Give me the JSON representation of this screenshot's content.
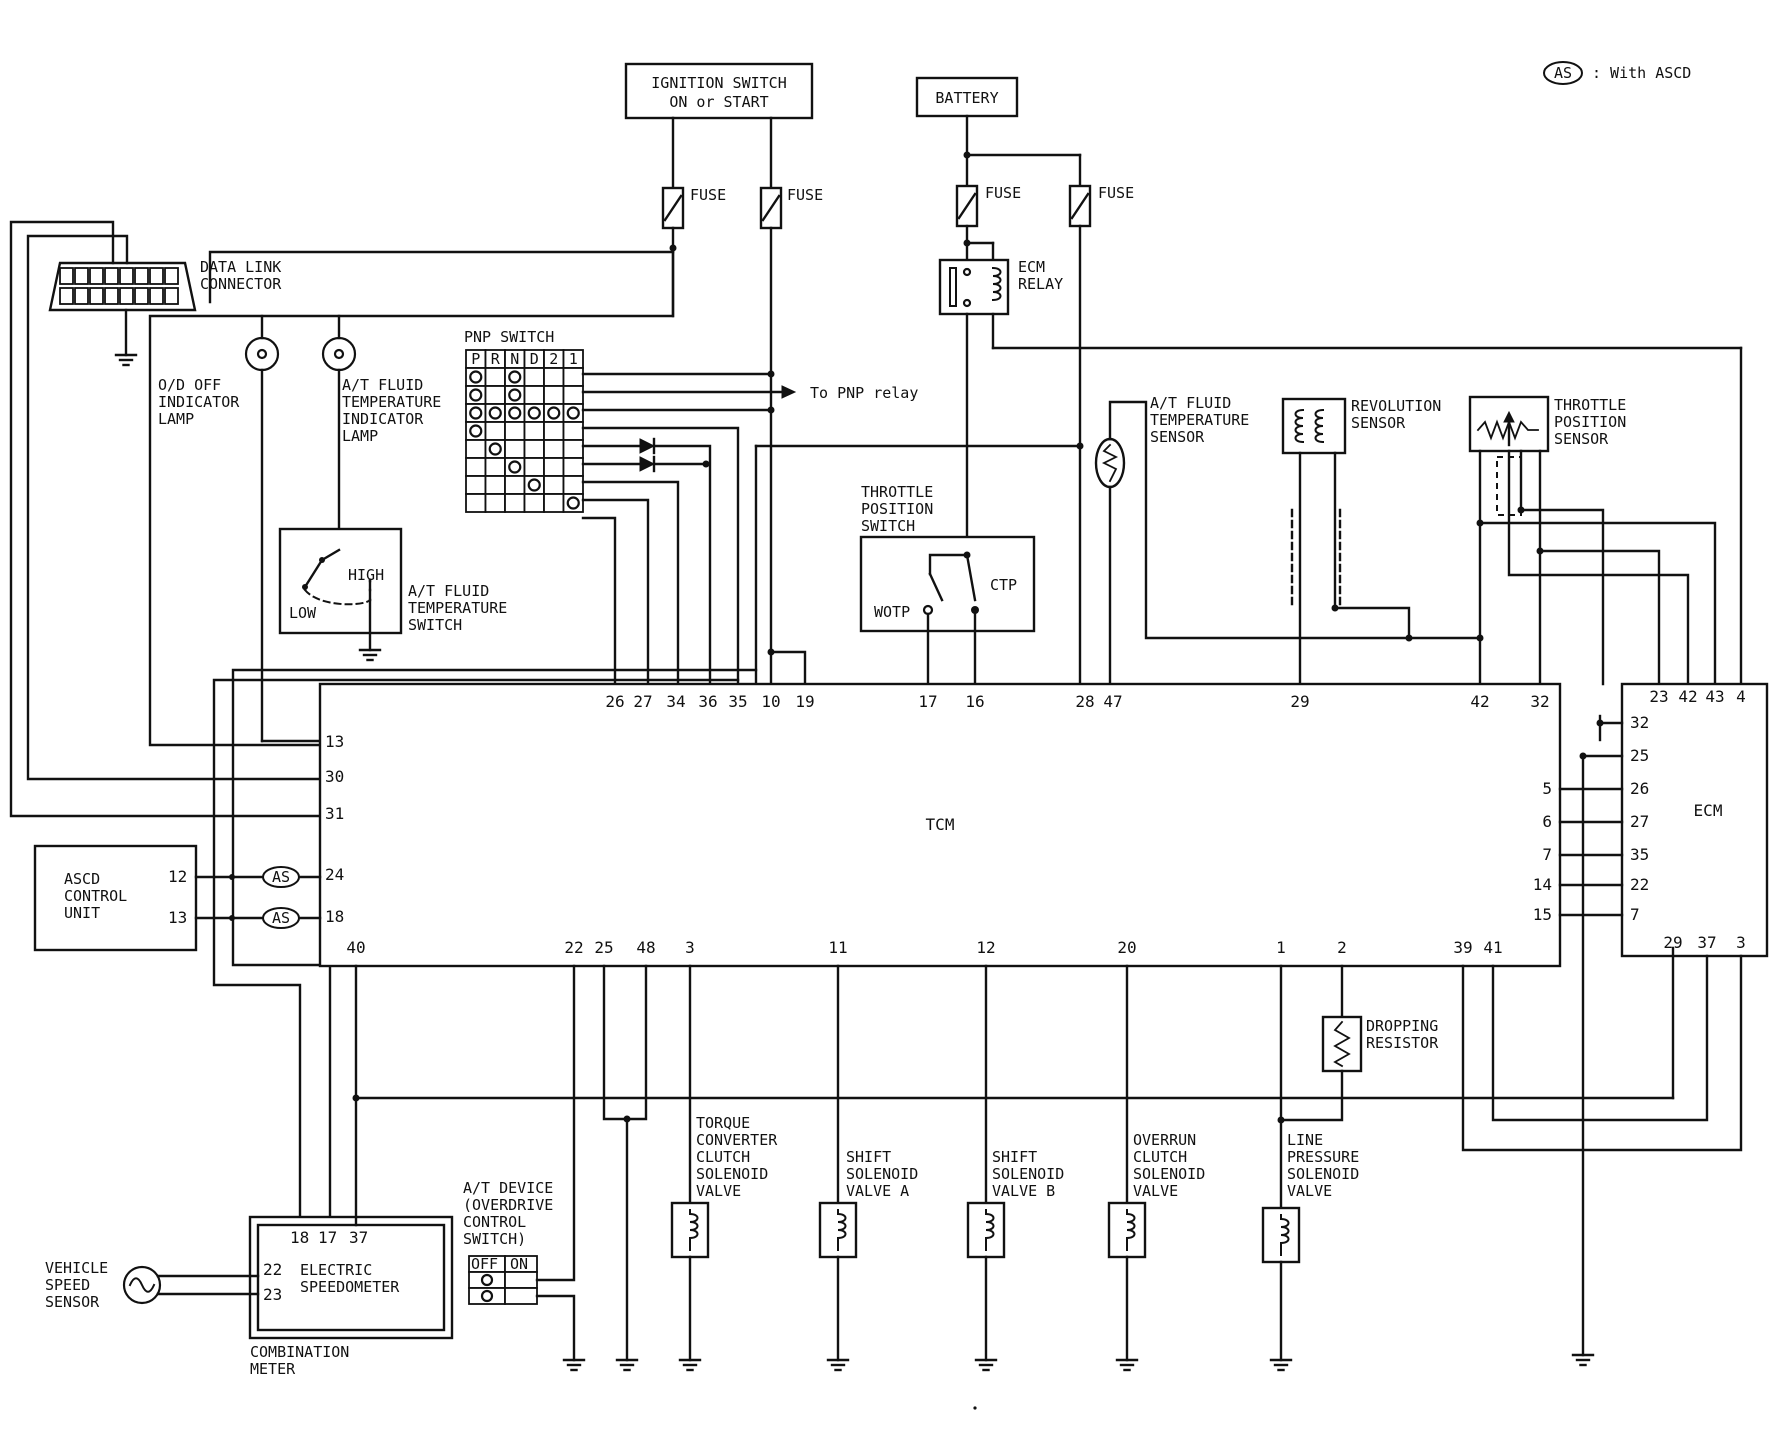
{
  "legend": {
    "badge": "AS",
    "text": ": With ASCD"
  },
  "ignition_switch": {
    "line1": "IGNITION SWITCH",
    "line2": "ON or START"
  },
  "battery": {
    "label": "BATTERY"
  },
  "fuse_label": "FUSE",
  "ecm_relay": {
    "line1": "ECM",
    "line2": "RELAY"
  },
  "data_link": {
    "line1": "DATA LINK",
    "line2": "CONNECTOR"
  },
  "od_lamp": {
    "line1": "O/D OFF",
    "line2": "INDICATOR",
    "line3": "LAMP"
  },
  "atf_lamp": {
    "line1": "A/T FLUID",
    "line2": "TEMPERATURE",
    "line3": "INDICATOR",
    "line4": "LAMP"
  },
  "pnp_switch": {
    "title": "PNP SWITCH",
    "headers": [
      "P",
      "R",
      "N",
      "D",
      "2",
      "1"
    ]
  },
  "to_pnp_relay": "To PNP relay",
  "atf_temp_switch": {
    "high": "HIGH",
    "low": "LOW",
    "line1": "A/T FLUID",
    "line2": "TEMPERATURE",
    "line3": "SWITCH"
  },
  "tps_switch": {
    "line1": "THROTTLE",
    "line2": "POSITION",
    "line3": "SWITCH",
    "ctp": "CTP",
    "wotp": "WOTP"
  },
  "atf_temp_sensor": {
    "line1": "A/T FLUID",
    "line2": "TEMPERATURE",
    "line3": "SENSOR"
  },
  "revolution_sensor": {
    "line1": "REVOLUTION",
    "line2": "SENSOR"
  },
  "tp_sensor": {
    "line1": "THROTTLE",
    "line2": "POSITION",
    "line3": "SENSOR"
  },
  "tcm": {
    "label": "TCM",
    "top_pins": [
      "26",
      "27",
      "34",
      "36",
      "35",
      "10",
      "19",
      "17",
      "16",
      "28",
      "47",
      "29",
      "42",
      "32"
    ],
    "left_pins": [
      "13",
      "30",
      "31",
      "24",
      "18"
    ],
    "right_pins": [
      "5",
      "6",
      "7",
      "14",
      "15"
    ],
    "bottom_pins": [
      "40",
      "22",
      "25",
      "48",
      "3",
      "11",
      "12",
      "20",
      "1",
      "2",
      "39",
      "41"
    ]
  },
  "ecm": {
    "label": "ECM",
    "top_pins": [
      "23",
      "42",
      "43",
      "4"
    ],
    "left_pins": [
      "32",
      "25",
      "26",
      "27",
      "35",
      "22",
      "7"
    ],
    "bottom_pins": [
      "29",
      "37",
      "3"
    ]
  },
  "ascd": {
    "line1": "ASCD",
    "line2": "CONTROL",
    "line3": "UNIT",
    "pin12": "12",
    "pin13": "13"
  },
  "combination_meter": {
    "pins_top": [
      "18",
      "17",
      "37"
    ],
    "pin22": "22",
    "pin23": "23",
    "line1": "ELECTRIC",
    "line2": "SPEEDOMETER",
    "cap1": "COMBINATION",
    "cap2": "METER"
  },
  "vss": {
    "line1": "VEHICLE",
    "line2": "SPEED",
    "line3": "SENSOR"
  },
  "at_device": {
    "line1": "A/T DEVICE",
    "line2": "(OVERDRIVE",
    "line3": "CONTROL",
    "line4": "SWITCH)",
    "off": "OFF",
    "on": "ON"
  },
  "solenoids": {
    "tcc": {
      "line1": "TORQUE",
      "line2": "CONVERTER",
      "line3": "CLUTCH",
      "line4": "SOLENOID",
      "line5": "VALVE"
    },
    "sa": {
      "line1": "SHIFT",
      "line2": "SOLENOID",
      "line3": "VALVE A"
    },
    "sb": {
      "line1": "SHIFT",
      "line2": "SOLENOID",
      "line3": "VALVE B"
    },
    "oc": {
      "line1": "OVERRUN",
      "line2": "CLUTCH",
      "line3": "SOLENOID",
      "line4": "VALVE"
    },
    "lp": {
      "line1": "LINE",
      "line2": "PRESSURE",
      "line3": "SOLENOID",
      "line4": "VALVE"
    }
  },
  "dropping_resistor": {
    "line1": "DROPPING",
    "line2": "RESISTOR"
  }
}
